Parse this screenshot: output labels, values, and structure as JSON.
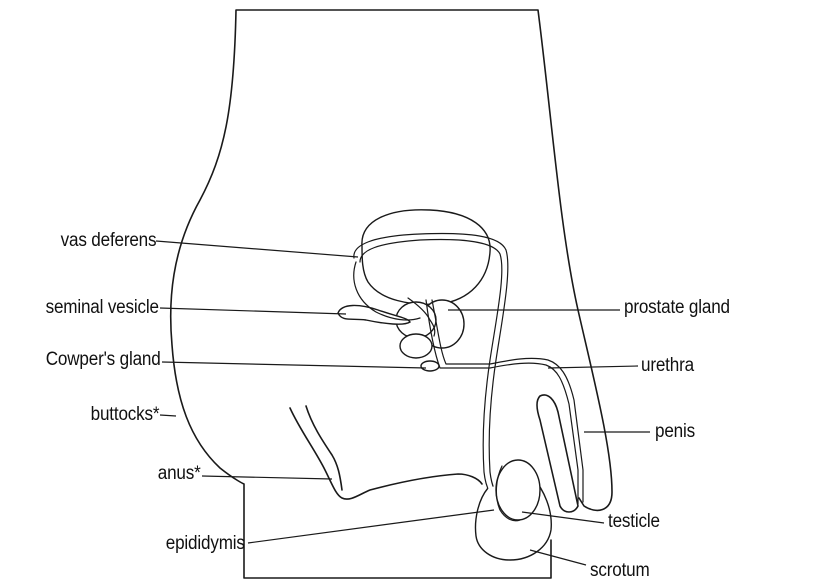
{
  "labels": {
    "vas_deferens": "vas deferens",
    "seminal_vesicle": "seminal vesicle",
    "cowpers_gland": "Cowper's gland",
    "buttocks": "buttocks*",
    "anus": "anus*",
    "epididymis": "epididymis",
    "prostate_gland": "prostate gland",
    "urethra": "urethra",
    "penis": "penis",
    "testicle": "testicle",
    "scrotum": "scrotum"
  },
  "colors": {
    "line": "#1a1a1a",
    "background": "#ffffff"
  }
}
